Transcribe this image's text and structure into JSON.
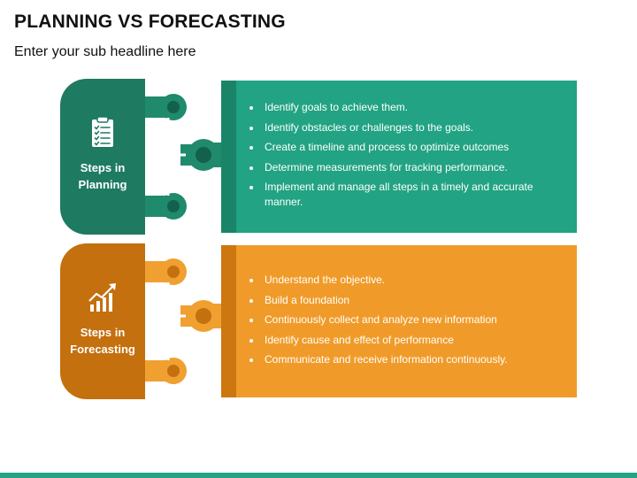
{
  "header": {
    "title": "PLANNING VS FORECASTING",
    "subtitle": "Enter your sub headline here"
  },
  "sections": [
    {
      "label": "Steps in\nPlanning",
      "icon": "clipboard-checklist-icon",
      "colors": {
        "tab": "#1f7a62",
        "box": "#22a383",
        "stripe": "#1a8468",
        "connector": "#1f8a6c"
      },
      "items": [
        "Identify goals to achieve them.",
        "Identify obstacles or challenges to the goals.",
        "Create a timeline and process to optimize outcomes",
        "Determine measurements for tracking performance.",
        "Implement and manage all steps in a timely and accurate manner."
      ]
    },
    {
      "label": "Steps in\nForecasting",
      "icon": "growth-chart-icon",
      "colors": {
        "tab": "#c4700e",
        "box": "#f09b29",
        "stripe": "#cd7710",
        "connector": "#f0a030"
      },
      "items": [
        "Understand the objective.",
        "Build a foundation",
        "Continuously collect and analyze new information",
        "Identify cause and effect of performance",
        "Communicate and receive information continuously."
      ]
    }
  ]
}
